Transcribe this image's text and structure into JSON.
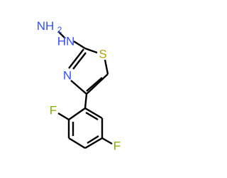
{
  "structure": {
    "atoms": {
      "nh2": {
        "symbol": "NH",
        "subscript": "2"
      },
      "nh": {
        "symbol": "HN"
      },
      "ring_n": {
        "symbol": "N"
      },
      "ring_s": {
        "symbol": "S"
      },
      "f_top": {
        "symbol": "F"
      },
      "f_bottom": {
        "symbol": "F"
      }
    },
    "colors": {
      "bond": "#000000",
      "nitrogen": "#3050f8",
      "sulfur": "#b8a200",
      "fluorine": "#7fb200"
    }
  }
}
